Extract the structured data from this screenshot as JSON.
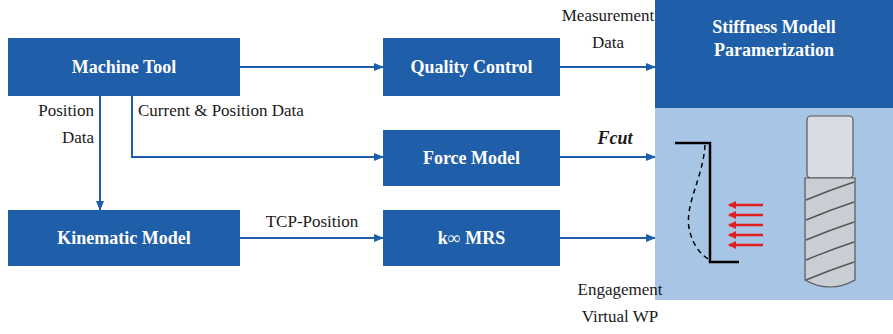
{
  "diagram": {
    "nodes": [
      {
        "text": [
          "Machine Tool"
        ]
      },
      {
        "text": [
          "Quality Control"
        ]
      },
      {
        "text": [
          "Stiffness Modell Paramerization"
        ]
      },
      {
        "text": [
          "Force Model"
        ]
      },
      {
        "text": [
          "Kinematic Model"
        ]
      },
      {
        "text": [
          "k∞ MRS"
        ]
      }
    ],
    "edges": [
      {
        "from": 0,
        "to": 1,
        "arrow": "to"
      },
      {
        "from": 0,
        "to": 3,
        "label": "Current & Position Data",
        "arrow": "to"
      },
      {
        "from": 0,
        "to": 4,
        "label": "Position Data",
        "arrow": "to"
      },
      {
        "from": 1,
        "to": 2,
        "label": "Measurement Data",
        "arrow": "to"
      },
      {
        "from": 3,
        "to": 2,
        "label": "Fcut",
        "arrow": "to"
      },
      {
        "from": 4,
        "to": 5,
        "label": "TCP-Position",
        "arrow": "to"
      },
      {
        "from": 5,
        "to": 2,
        "label": "Engagement Virtual WP",
        "arrow": "to"
      }
    ]
  }
}
